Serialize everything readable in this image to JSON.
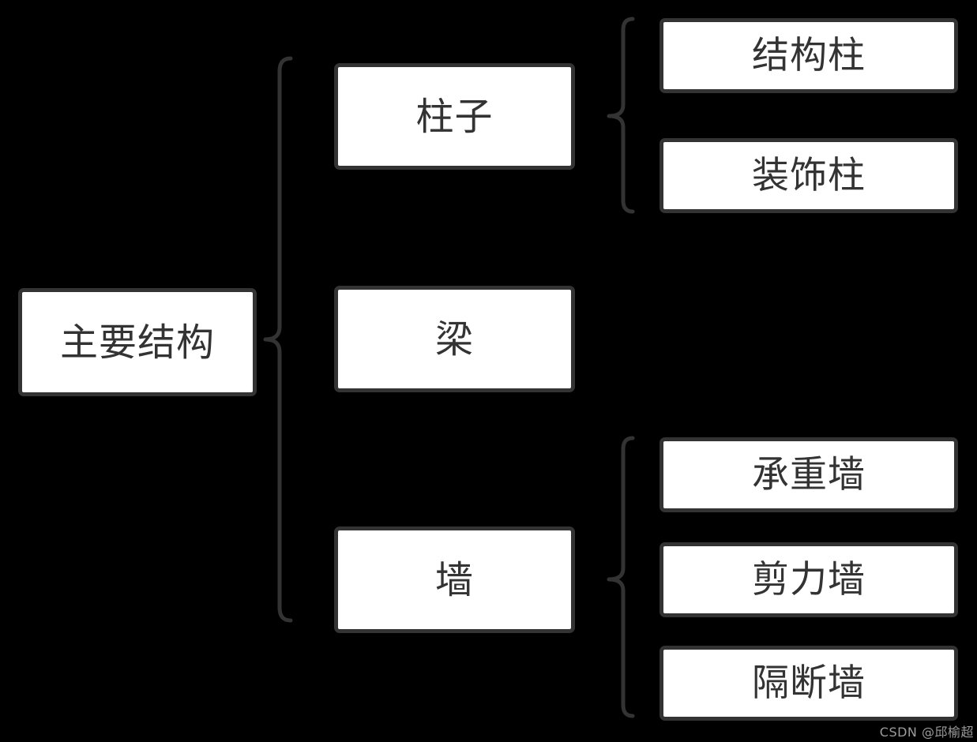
{
  "diagram": {
    "root": {
      "label": "主要结构"
    },
    "level1": [
      {
        "id": "columns",
        "label": "柱子",
        "children": [
          {
            "label": "结构柱"
          },
          {
            "label": "装饰柱"
          }
        ]
      },
      {
        "id": "beam",
        "label": "梁",
        "children": []
      },
      {
        "id": "wall",
        "label": "墙",
        "children": [
          {
            "label": "承重墙"
          },
          {
            "label": "剪力墙"
          },
          {
            "label": "隔断墙"
          }
        ]
      }
    ]
  },
  "watermark": {
    "text": "CSDN @邱榆超"
  },
  "colors": {
    "background": "#000000",
    "node_fill": "#ffffff",
    "node_border": "#333333",
    "node_text": "#333333",
    "brace_stroke": "#333333",
    "watermark_text": "#9c9c9c"
  }
}
